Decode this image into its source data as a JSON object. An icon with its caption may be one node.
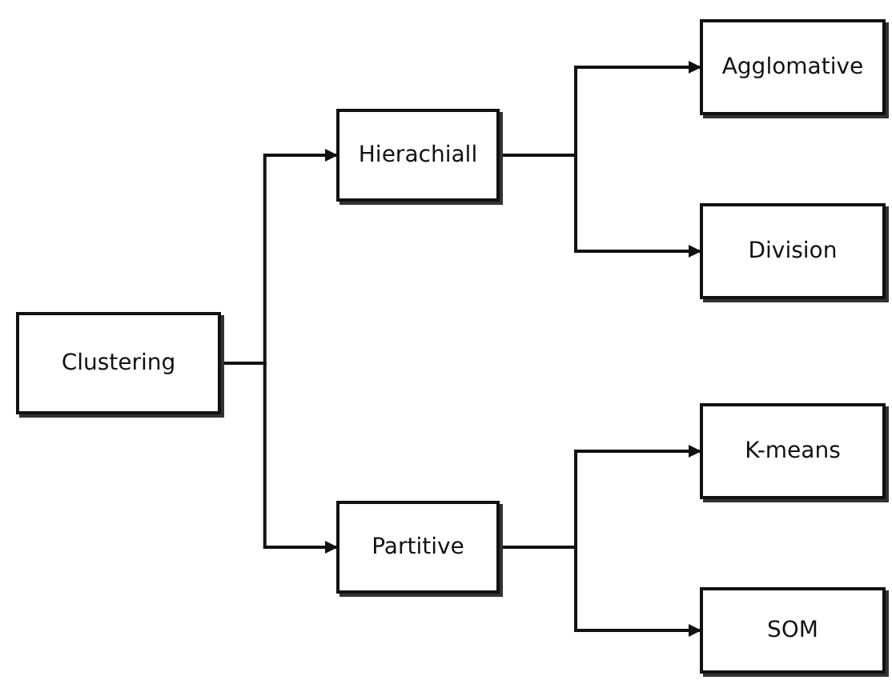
{
  "diagram": {
    "nodes": [
      {
        "text": [
          "Clustering"
        ]
      },
      {
        "text": [
          "Hierachiall"
        ]
      },
      {
        "text": [
          "Partitive"
        ]
      },
      {
        "text": [
          "Agglomative"
        ]
      },
      {
        "text": [
          "Division"
        ]
      },
      {
        "text": [
          "K-means"
        ]
      },
      {
        "text": [
          "SOM"
        ]
      }
    ],
    "edges": [
      {
        "from": 0,
        "to": 1,
        "arrow": "to"
      },
      {
        "from": 0,
        "to": 2,
        "arrow": "to"
      },
      {
        "from": 1,
        "to": 3,
        "arrow": "to"
      },
      {
        "from": 1,
        "to": 4,
        "arrow": "to"
      },
      {
        "from": 2,
        "to": 5,
        "arrow": "to"
      },
      {
        "from": 2,
        "to": 6,
        "arrow": "to"
      }
    ]
  }
}
